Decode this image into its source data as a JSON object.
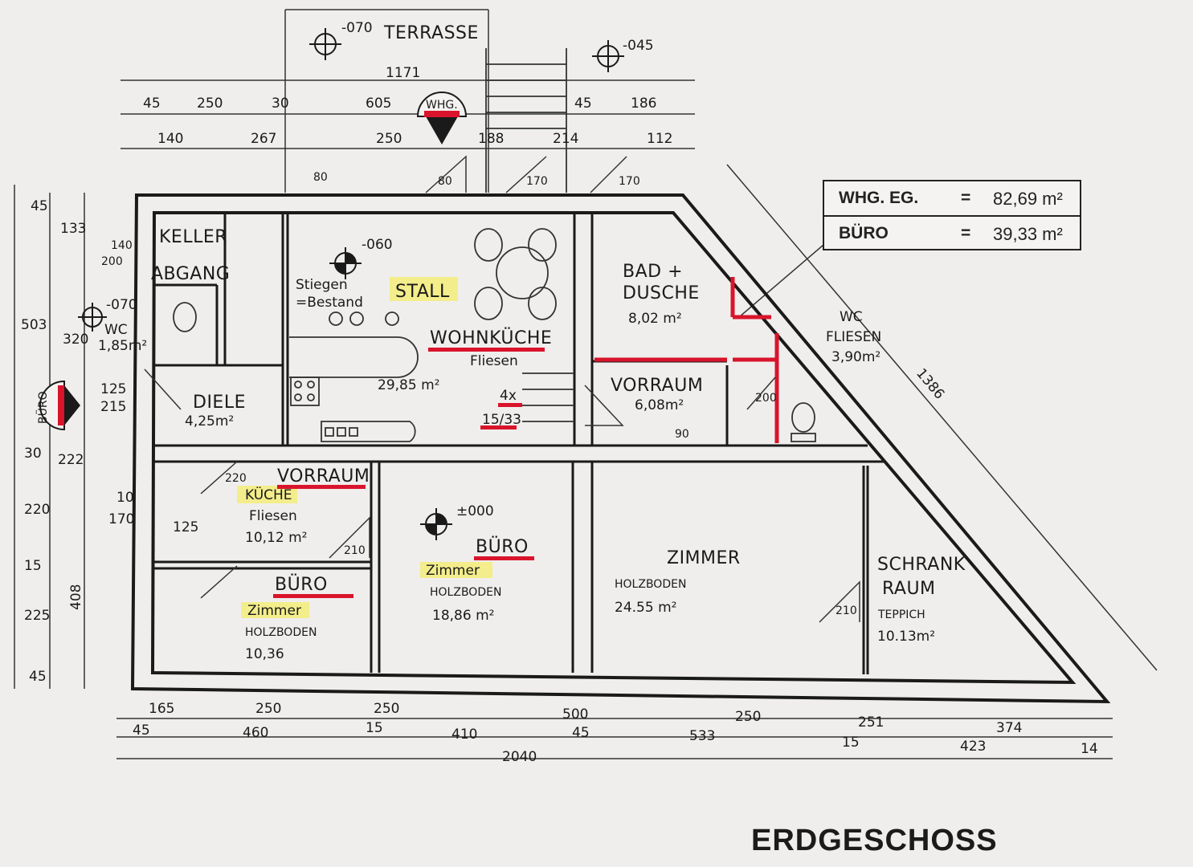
{
  "title": "ERDGESCHOSS",
  "colors": {
    "wall": "#1a1a1a",
    "marker_red": "#d9142b",
    "highlight_yellow": "#f3ec7a",
    "paper": "#efeeec"
  },
  "area_summary": {
    "rows": [
      {
        "label": "WHG. EG.",
        "eq": "=",
        "value": "82,69 m²"
      },
      {
        "label": "BÜRO",
        "eq": "=",
        "value": "39,33 m²"
      }
    ]
  },
  "outdoor": {
    "terrace": "TERRASSE",
    "terrace_level": "-070",
    "level_045": "-045",
    "whg_marker": "WHG.",
    "buero_marker": "BÜRO"
  },
  "rooms": {
    "keller": {
      "line1": "KELLER",
      "line2": "ABGANG"
    },
    "stiegen": {
      "line1": "Stiegen",
      "line2": "=Bestand",
      "level": "-060"
    },
    "stall": "STALL",
    "wohnkueche": {
      "name": "WOHNKÜCHE",
      "floor": "Fliesen",
      "area": "29,85 m²",
      "stair": "4x",
      "stair_dim": "15/33"
    },
    "bad": {
      "line1": "BAD +",
      "line2": "DUSCHE",
      "area": "8,02 m²"
    },
    "wc_small": {
      "name": "WC",
      "area": "1,85m²",
      "level": "-070"
    },
    "wc_big": {
      "name": "WC",
      "floor": "FLIESEN",
      "area": "3,90m²"
    },
    "diele": {
      "name": "DIELE",
      "area": "4,25m²"
    },
    "vorraum_right": {
      "name": "VORRAUM",
      "area": "6,08m²"
    },
    "vorraum_left": "VORRAUM",
    "kueche": {
      "name": "KÜCHE",
      "floor": "Fliesen",
      "area": "10,12 m²"
    },
    "buero_mid": {
      "name": "BÜRO",
      "sub": "Zimmer",
      "floor": "HOLZBODEN",
      "area": "18,86 m²",
      "level": "±000"
    },
    "buero_left": {
      "name": "BÜRO",
      "sub": "Zimmer",
      "floor": "HOLZBODEN",
      "area": "10,36"
    },
    "zimmer": {
      "name": "ZIMMER",
      "floor": "HOLZBODEN",
      "area": "24.55 m²"
    },
    "schrank": {
      "line1": "SCHRANK",
      "line2": "RAUM",
      "floor": "TEPPICH",
      "area": "10.13m²"
    }
  },
  "dimensions": {
    "top_overall": "1171",
    "top_row1": [
      "45",
      "250",
      "30",
      "605",
      "45",
      "186"
    ],
    "top_row2": [
      "140",
      "267",
      "250",
      "188",
      "214",
      "112"
    ],
    "bottom_row1": [
      "165",
      "250",
      "250",
      "500",
      "250",
      "251",
      "374"
    ],
    "bottom_row2": [
      "45",
      "460",
      "15",
      "410",
      "45",
      "533",
      "15",
      "423"
    ],
    "bottom_overall": "2040",
    "bottom_small": "14",
    "left": [
      "45",
      "133",
      "503",
      "320",
      "125",
      "215",
      "30",
      "222",
      "220",
      "15",
      "225",
      "408",
      "45",
      "125",
      "170",
      "10"
    ],
    "diagonal": "1386",
    "door_widths": [
      "140",
      "200",
      "80",
      "170",
      "210",
      "200",
      "220",
      "90",
      "170",
      "210",
      "80"
    ]
  }
}
